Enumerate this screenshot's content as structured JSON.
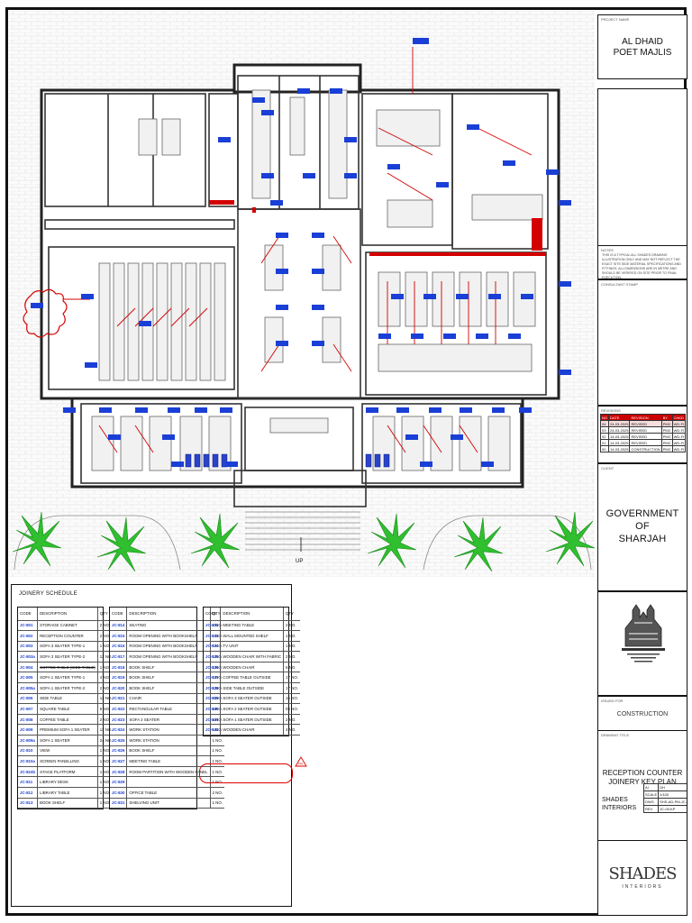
{
  "drawing": {
    "up_label": "UP",
    "key_tags": [
      "JC-101",
      "JC-102",
      "JC-103",
      "JC-104",
      "JC-105",
      "JC-106",
      "JC-107",
      "JC-108",
      "JC-109",
      "JC-110"
    ]
  },
  "titleblock": {
    "project_label": "PROJECT NAME",
    "project_name_1": "AL DHAID",
    "project_name_2": "POET MAJLIS",
    "notes_label": "NOTES",
    "notes_text": "THIS IS A TYPICAL ALL SHADES DRAWING ILLUSTRATION ONLY AND MAY NOT REFLECT THE EXACT SITE SIDE MATERIAL SPECIFICATIONS AND FITTINGS. ALL DIMENSIONS ARE IN METRE AND SHOULD BE VERIFIED ON SITE PRIOR TO FINAL EXECUTION.",
    "consultant_label": "CONSULTANT STAMP",
    "revisions_label": "REVISIONS",
    "revisions": [
      [
        "NO",
        "DATE",
        "REVISION",
        "BY",
        "CHKD"
      ],
      [
        "04",
        "24-03-2025",
        "REVISED",
        "PMC",
        "WD-FI"
      ],
      [
        "03",
        "24-03-2025",
        "REVISED",
        "PMC",
        "WD-FI"
      ],
      [
        "02",
        "14-03-2025",
        "REVISED",
        "PMC",
        "WD-FI"
      ],
      [
        "01",
        "14-03-2025",
        "REVISED",
        "PMC",
        "WD-FI"
      ],
      [
        "00",
        "14-03-2025",
        "CONSTRUCTION",
        "PMC",
        "WD-FI"
      ]
    ],
    "client_label": "CLIENT",
    "client_1": "GOVERNMENT OF",
    "client_2": "SHARJAH",
    "stage_label": "ISSUED FOR",
    "stage": "CONSTRUCTION",
    "title_label": "DRAWING TITLE",
    "title_1": "RECEPTION COUNTER",
    "title_2": "JOINERY KEY PLAN",
    "company_1": "SHADES",
    "company_2": "INTERIORS",
    "info_rows": [
      [
        "AI",
        "DH",
        "21-01-2025"
      ],
      [
        "SCALE",
        "1/100",
        "A3"
      ],
      [
        "DWG",
        "SHS-AD-PM-JC-000",
        ""
      ],
      [
        "REV",
        "JC-00-KP",
        "04"
      ]
    ],
    "logo": "SHADES",
    "logo_sub": "INTERIORS"
  },
  "schedule": {
    "title": "JOINERY SCHEDULE",
    "headers": [
      "CODE",
      "DESCRIPTION",
      "QTY"
    ],
    "col1": [
      [
        "JC-801",
        "STORAGE CABINET",
        "2 NO."
      ],
      [
        "JC-802",
        "RECEPTION COUNTER",
        "2 NO."
      ],
      [
        "JC-803",
        "SOFA 3 SEATER TYPE-1",
        "1 NO."
      ],
      [
        "JC-803a",
        "SOFA 3 SEATER TYPE-2",
        "12 NO."
      ],
      [
        "JC-804",
        "COFFEE TABLE (SIDE TABLE)",
        "1 NO."
      ],
      [
        "JC-805",
        "SOFA 1 SEATER TYPE-1",
        "4 NO."
      ],
      [
        "JC-805a",
        "SOFA 1 SEATER TYPE-2",
        "2 NO."
      ],
      [
        "JC-806",
        "SIDE TABLE",
        "12 NO."
      ],
      [
        "JC-807",
        "SQUARE TABLE",
        "6 NO."
      ],
      [
        "JC-808",
        "COFFEE TABLE",
        "2 NO."
      ],
      [
        "JC-809",
        "PREMIUM SOFA 1 SEATER",
        "12 NO."
      ],
      [
        "JC-809a",
        "SOFA 1 SEATER",
        "24 NO."
      ],
      [
        "JC-810",
        "VIEW",
        "1 NO."
      ],
      [
        "JC-810a",
        "SCREEN PANELLING",
        "1 NO."
      ],
      [
        "JC-810b",
        "STAGE PLATFORM",
        "1 NO."
      ],
      [
        "JC-811",
        "LIBRARY DESK",
        "1 NO."
      ],
      [
        "JC-812",
        "LIBRARY TABLE",
        "1 NO."
      ],
      [
        "JC-813",
        "BOOK SHELF",
        "1 NO."
      ]
    ],
    "col2": [
      [
        "JC-814",
        "SEATING",
        "2 NO."
      ],
      [
        "JC-815",
        "ROOM OPENING WITH BOOKSHELF",
        "1 NO."
      ],
      [
        "JC-816",
        "ROOM OPENING WITH BOOKSHELF",
        "1 NO."
      ],
      [
        "JC-817",
        "ROOM OPENING WITH BOOKSHELF",
        "1 NO."
      ],
      [
        "JC-818",
        "BOOK SHELF",
        "1 NO."
      ],
      [
        "JC-819",
        "BOOK SHELF",
        "1 NO."
      ],
      [
        "JC-820",
        "BOOK SHELF",
        "1 NO."
      ],
      [
        "JC-821",
        "CHAIR",
        "3 NO."
      ],
      [
        "JC-822",
        "RECTANGULAR TABLE",
        "2 NO."
      ],
      [
        "JC-823",
        "SOFA 2 SEATER",
        "2 NO."
      ],
      [
        "JC-824",
        "WORK STATION",
        "1 NO."
      ],
      [
        "JC-825",
        "WORK STATION",
        "1 NO."
      ],
      [
        "JC-826",
        "BOOK SHELF",
        "1 NO."
      ],
      [
        "JC-827",
        "MEETING TABLE",
        "1 NO."
      ],
      [
        "JC-828",
        "ROOM PARTITION WITH WOODEN PANEL",
        "1 NO."
      ],
      [
        "JC-829",
        "",
        "1 NO."
      ],
      [
        "JC-830",
        "OFFICE TABLE",
        "2 NO."
      ],
      [
        "JC-831",
        "SHELVING UNIT",
        "1 NO."
      ]
    ],
    "col3": [
      [
        "JC-832",
        "MEETING TABLE",
        "2 NO."
      ],
      [
        "JC-833",
        "WALL MOUNTED SHELF",
        "1 NO."
      ],
      [
        "JC-834",
        "TV UNIT",
        "1 NO."
      ],
      [
        "JC-835",
        "WOODEN CHAIR WITH FABRIC",
        "2 NO."
      ],
      [
        "JC-836",
        "WOODEN CHAIR",
        "6 NO."
      ],
      [
        "JC-837",
        "COFFEE TABLE OUTSIDE",
        "17 NO."
      ],
      [
        "JC-838",
        "SIDE TABLE OUTSIDE",
        "17 NO."
      ],
      [
        "JC-839",
        "SOFA 3 SEATER OUTSIDE",
        "16 NO."
      ],
      [
        "JC-840",
        "SOFA 2 SEATER OUTSIDE",
        "09 NO."
      ],
      [
        "JC-841",
        "SOFA 1 SEATER OUTSIDE",
        "2 NO."
      ],
      [
        "JC-842",
        "WOODEN CHAIR",
        "4 NO."
      ]
    ],
    "rev_mark": "R4"
  }
}
